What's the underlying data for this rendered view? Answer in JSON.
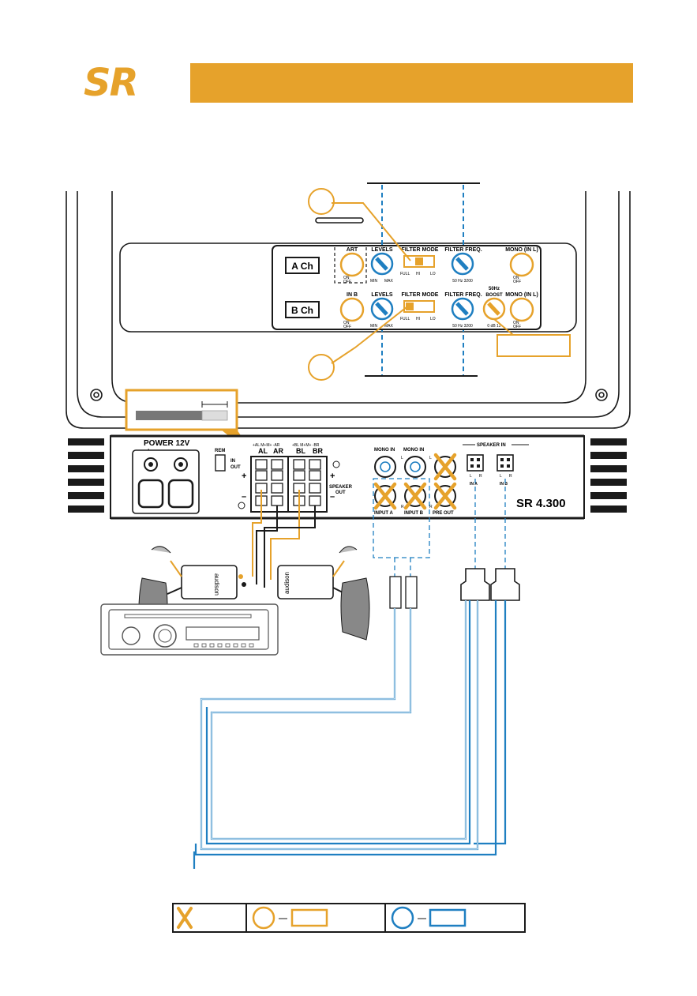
{
  "header": {
    "brand": "SR"
  },
  "panel": {
    "ch_a": "A Ch",
    "ch_b": "B Ch",
    "art": "ART",
    "in_b": "IN B",
    "levels": "LEVELS",
    "filter_mode": "FILTER MODE",
    "filter_freq": "FILTER FREQ.",
    "mono_inl": "MONO (IN L)",
    "boost_top": "50Hz",
    "boost": "BOOST",
    "on": "ON",
    "off": "OFF",
    "min": "MIN",
    "max": "MAX",
    "full": "FULL",
    "hi": "HI",
    "lo": "LO",
    "freq_range": "50  Hz  3200",
    "boost_range": "0  dB  12"
  },
  "amp": {
    "power": "POWER  12V",
    "plus": "+",
    "minus": "–",
    "rem": "REM",
    "in": "IN",
    "out": "OUT",
    "al_ar_top": "+AL  M+M+ -AR",
    "al": "AL",
    "ar": "AR",
    "bl_br_top": "+BL  M+M+ -BR",
    "bl": "BL",
    "br": "BR",
    "speaker_out_1": "SPEAKER",
    "speaker_out_2": "OUT",
    "mono_in_1": "MONO IN",
    "mono_in_2": "MONO IN",
    "l": "L",
    "r": "R",
    "input_a": "INPUT A",
    "input_b": "INPUT B",
    "pre_out": "PRE OUT",
    "speaker_in": "SPEAKER IN",
    "in_a": "IN A",
    "in_b": "IN B",
    "model": "SR 4.300"
  },
  "crossover": {
    "left_brand": "audison",
    "right_brand": "audison"
  },
  "colors": {
    "accent": "#e6a22b",
    "blue": "#1f7fc1",
    "dark": "#1a1a1a"
  },
  "legend": {
    "x_icon": "cross-icon",
    "orange": "orange-circle-rect",
    "blue": "blue-circle-rect"
  }
}
